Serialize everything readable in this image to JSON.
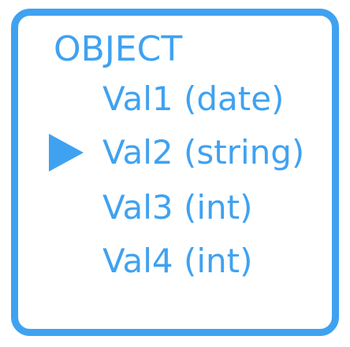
{
  "object": {
    "title": "OBJECT",
    "fields": [
      {
        "label": "Val1 (date)",
        "selected": false
      },
      {
        "label": "Val2 (string)",
        "selected": true
      },
      {
        "label": "Val3 (int)",
        "selected": false
      },
      {
        "label": "Val4 (int)",
        "selected": false
      }
    ]
  },
  "colors": {
    "accent": "#3fa2f1",
    "background": "#ffffff"
  },
  "icons": {
    "pointer": "triangle-right-icon"
  }
}
